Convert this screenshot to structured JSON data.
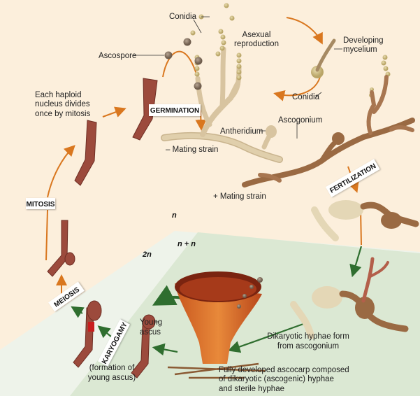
{
  "labels": {
    "conidia_top": "Conidia",
    "asexual_1": "Asexual",
    "asexual_2": "reproduction",
    "developing_1": "Developing",
    "developing_2": "mycelium",
    "ascospore": "Ascospore",
    "haploid_1": "Each haploid",
    "haploid_2": "nucleus divides",
    "haploid_3": "once by mitosis",
    "minus_strain": "– Mating strain",
    "antheridium": "Antheridium",
    "ascogonium": "Ascogonium",
    "conidia_right": "Conidia",
    "plus_strain": "+ Mating strain",
    "young_ascus_1": "Young",
    "young_ascus_2": "ascus",
    "formation_1": "(formation of",
    "formation_2": "young ascus)",
    "ascocarp_1": "Fully developed ascocarp composed",
    "ascocarp_2": "of dikaryotic (ascogenic) hyphae",
    "ascocarp_3": "and sterile hyphae",
    "dikaryotic_1": "Dikaryotic hyphae form",
    "dikaryotic_2": "from ascogonium"
  },
  "stages": {
    "germination": "GERMINATION",
    "fertilization": "FERTILIZATION",
    "mitosis": "MITOSIS",
    "meiosis": "MEIOSIS",
    "karyogamy": "KARYOGAMY"
  },
  "ploidy": {
    "haploid": "n",
    "dikaryotic": "n + n",
    "diploid": "2n"
  },
  "colors": {
    "haploid_bg": "#fcefdc",
    "dikaryotic_bg": "#dbe8d3",
    "diploid_bg": "#eef3ea",
    "arrow_orange": "#d9771f",
    "arrow_green": "#2f6e2f",
    "hypha_light": "#d8c4a0",
    "hypha_dark": "#9a6a43",
    "ascus": "#9c4a3c"
  }
}
